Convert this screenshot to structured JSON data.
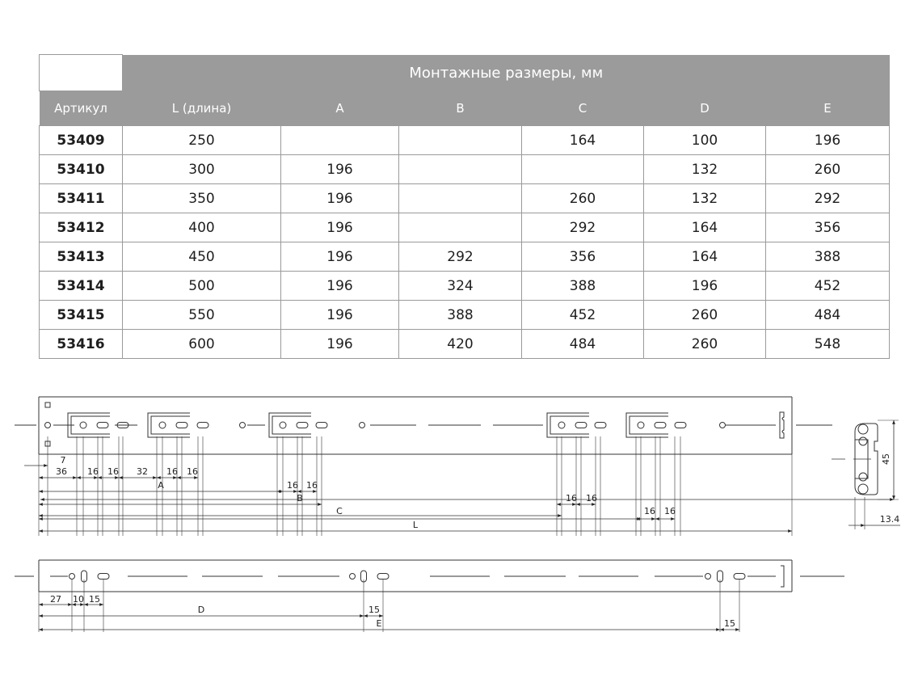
{
  "table": {
    "group_title": "Монтажные размеры, мм",
    "columns": [
      "Артикул",
      "L (длина)",
      "A",
      "B",
      "C",
      "D",
      "E"
    ],
    "rows": [
      [
        "53409",
        "250",
        "",
        "",
        "164",
        "100",
        "196"
      ],
      [
        "53410",
        "300",
        "196",
        "",
        "",
        "132",
        "260"
      ],
      [
        "53411",
        "350",
        "196",
        "",
        "260",
        "132",
        "292"
      ],
      [
        "53412",
        "400",
        "196",
        "",
        "292",
        "164",
        "356"
      ],
      [
        "53413",
        "450",
        "196",
        "292",
        "356",
        "164",
        "388"
      ],
      [
        "53414",
        "500",
        "196",
        "324",
        "388",
        "196",
        "452"
      ],
      [
        "53415",
        "550",
        "196",
        "388",
        "452",
        "260",
        "484"
      ],
      [
        "53416",
        "600",
        "196",
        "420",
        "484",
        "260",
        "548"
      ]
    ]
  },
  "drawing": {
    "upper_rail": {
      "dim_7": "7",
      "dim_36": "36",
      "dim_16a": "16",
      "dim_16b": "16",
      "dim_32": "32",
      "dim_16c": "16",
      "dim_16d": "16",
      "label_A": "A",
      "dim_16e": "16",
      "dim_16f": "16",
      "label_B": "B",
      "dim_16g": "16",
      "dim_16h": "16",
      "label_C": "C",
      "dim_16i": "16",
      "dim_16j": "16",
      "label_L": "L"
    },
    "section": {
      "height": "45",
      "width": "13.4"
    },
    "lower_rail": {
      "dim_27": "27",
      "dim_10": "10",
      "dim_15a": "15",
      "label_D": "D",
      "dim_15b": "15",
      "label_E": "E",
      "dim_15c": "15"
    }
  }
}
